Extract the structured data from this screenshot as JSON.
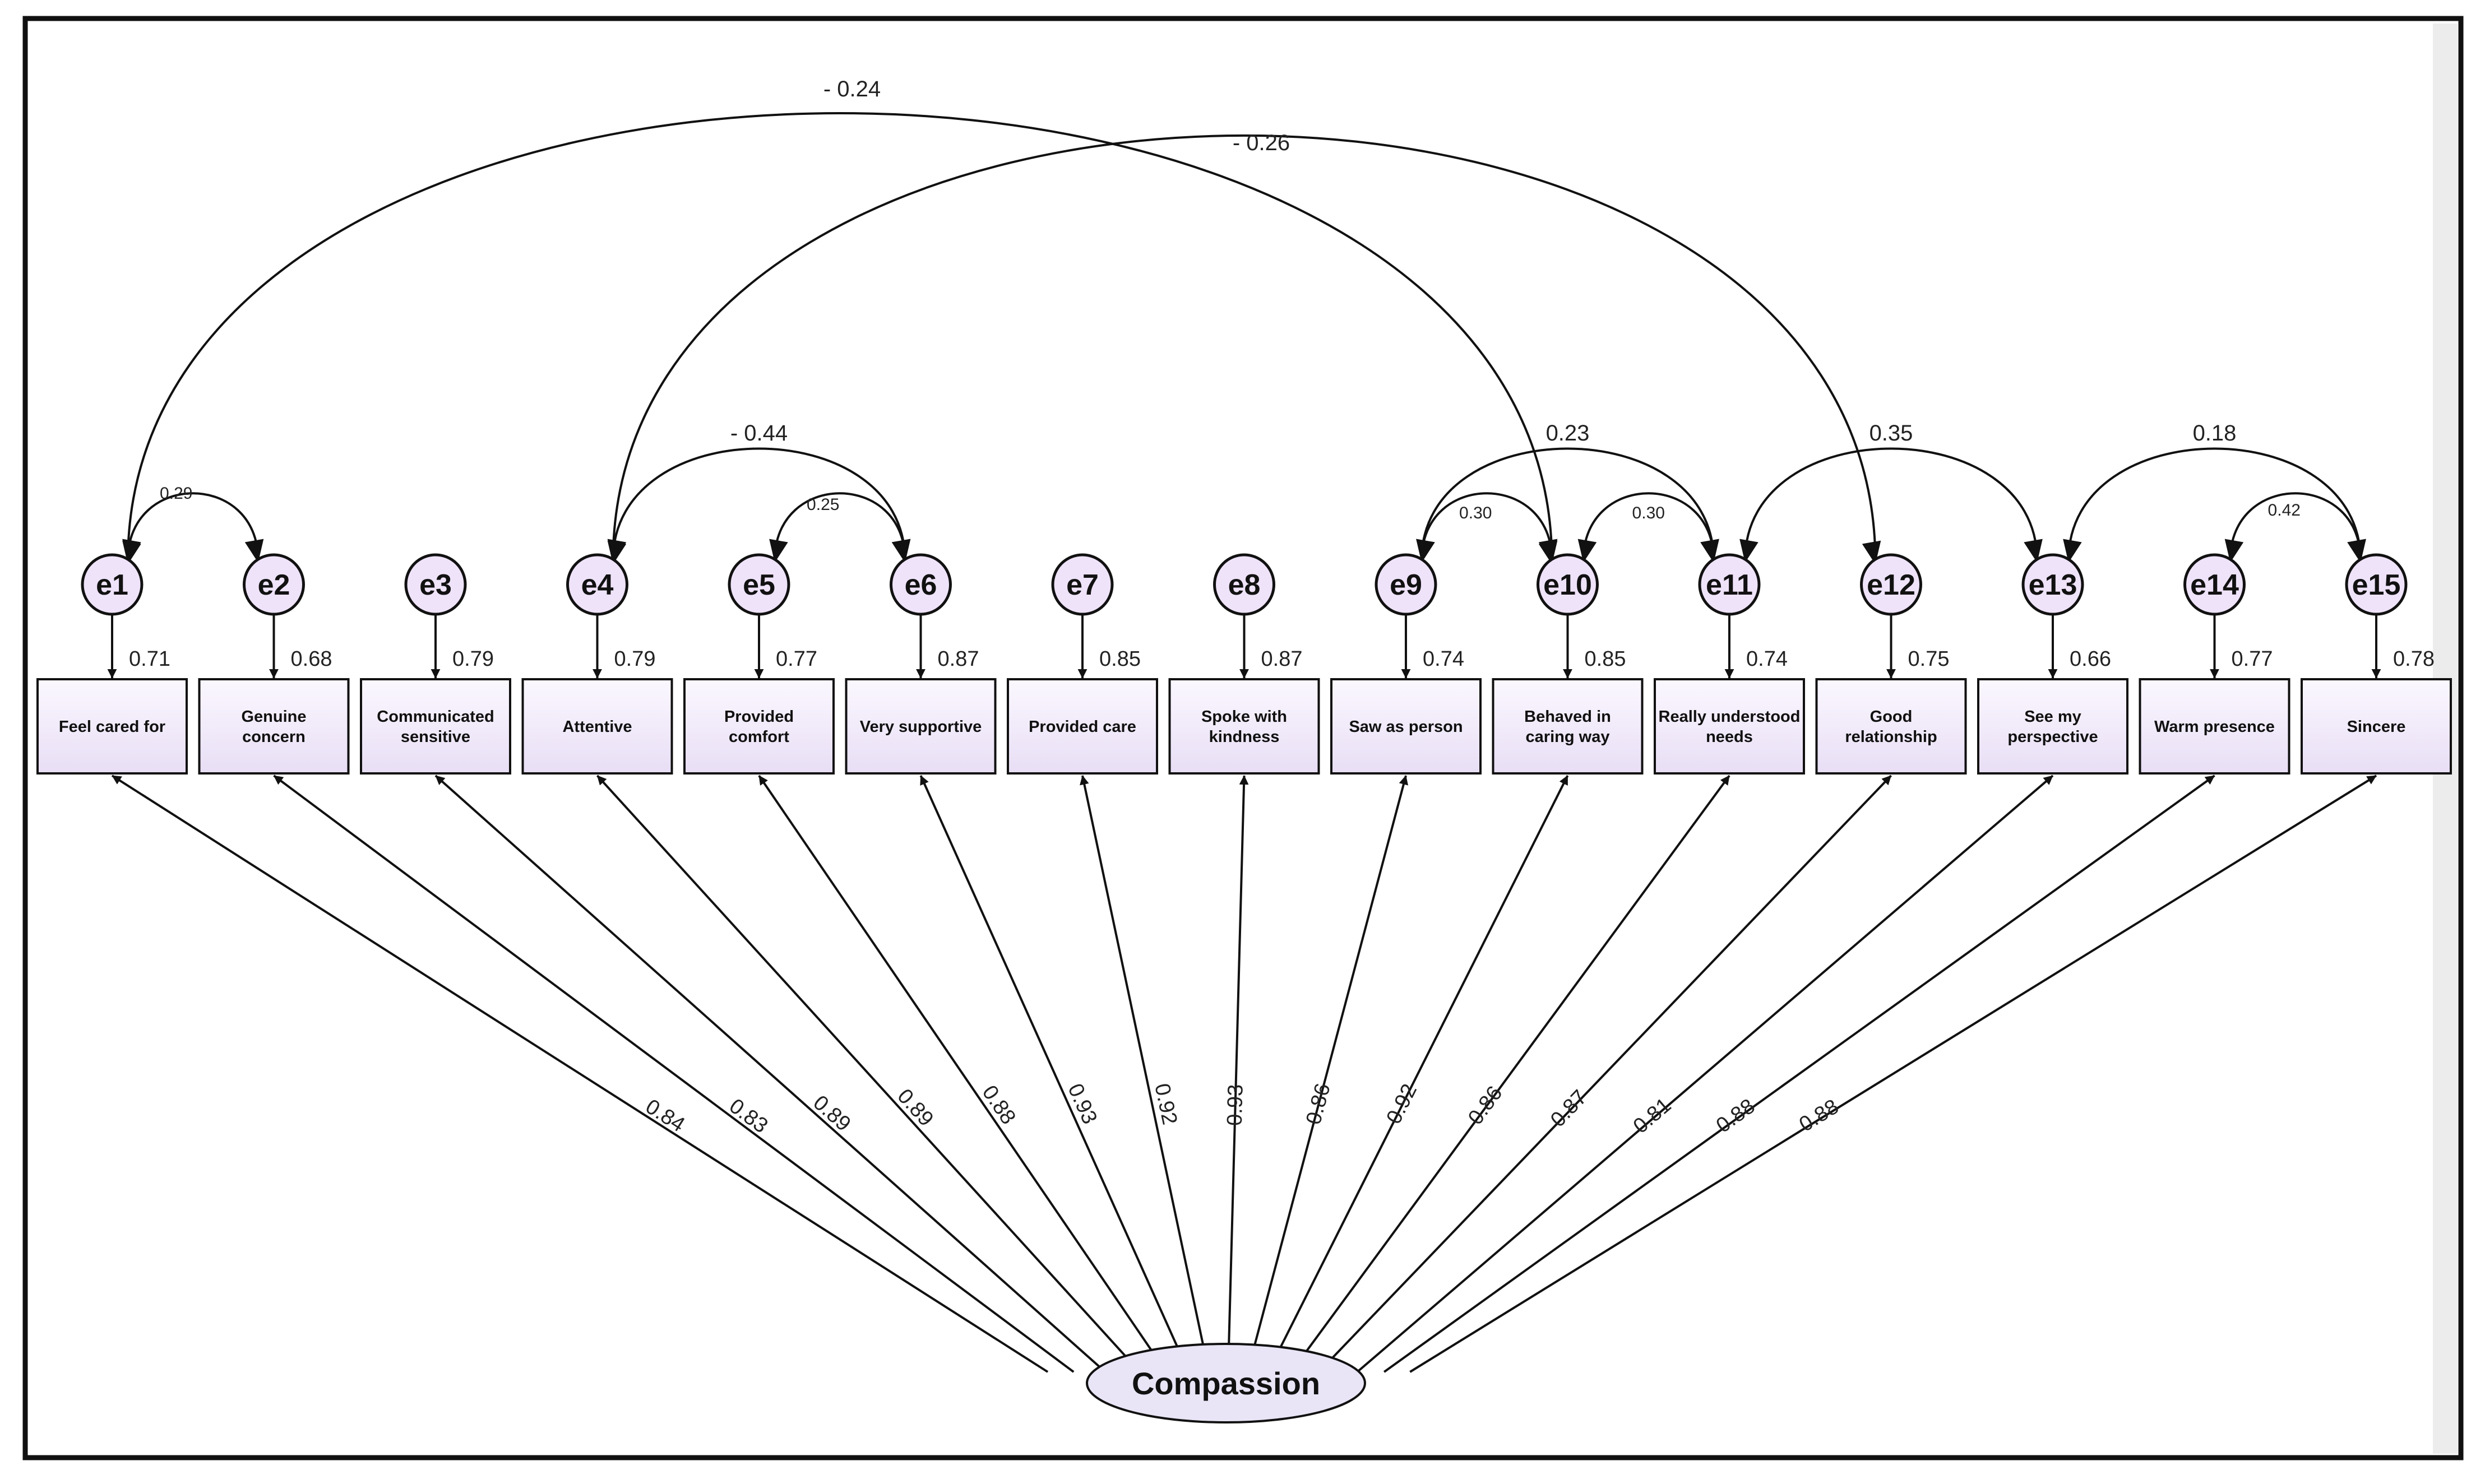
{
  "colors": {
    "box_fill_top": "#fbf8ff",
    "box_fill_bottom": "#e8def5",
    "circle_fill": "#efe3fa",
    "ellipse_fill": "#e9e5f6",
    "line": "#111111",
    "frame": "#111111"
  },
  "latent": {
    "label": "Compassion"
  },
  "indicators": [
    {
      "error": "e1",
      "label": [
        "Feel cared for"
      ],
      "error_variance": "0.71",
      "loading": "0.84"
    },
    {
      "error": "e2",
      "label": [
        "Genuine",
        "concern"
      ],
      "error_variance": "0.68",
      "loading": "0.83"
    },
    {
      "error": "e3",
      "label": [
        "Communicated",
        "sensitive"
      ],
      "error_variance": "0.79",
      "loading": "0.89"
    },
    {
      "error": "e4",
      "label": [
        "Attentive"
      ],
      "error_variance": "0.79",
      "loading": "0.89"
    },
    {
      "error": "e5",
      "label": [
        "Provided",
        "comfort"
      ],
      "error_variance": "0.77",
      "loading": "0.88"
    },
    {
      "error": "e6",
      "label": [
        "Very supportive"
      ],
      "error_variance": "0.87",
      "loading": "0.93"
    },
    {
      "error": "e7",
      "label": [
        "Provided care"
      ],
      "error_variance": "0.85",
      "loading": "0.92"
    },
    {
      "error": "e8",
      "label": [
        "Spoke with",
        "kindness"
      ],
      "error_variance": "0.87",
      "loading": "0.93"
    },
    {
      "error": "e9",
      "label": [
        "Saw as person"
      ],
      "error_variance": "0.74",
      "loading": "0.86"
    },
    {
      "error": "e10",
      "label": [
        "Behaved in",
        "caring way"
      ],
      "error_variance": "0.85",
      "loading": "0.92"
    },
    {
      "error": "e11",
      "label": [
        "Really understood",
        "needs"
      ],
      "error_variance": "0.74",
      "loading": "0.86"
    },
    {
      "error": "e12",
      "label": [
        "Good",
        "relationship"
      ],
      "error_variance": "0.75",
      "loading": "0.87"
    },
    {
      "error": "e13",
      "label": [
        "See my",
        "perspective"
      ],
      "error_variance": "0.66",
      "loading": "0.81"
    },
    {
      "error": "e14",
      "label": [
        "Warm presence"
      ],
      "error_variance": "0.77",
      "loading": "0.88"
    },
    {
      "error": "e15",
      "label": [
        "Sincere"
      ],
      "error_variance": "0.78",
      "loading": "0.88"
    }
  ],
  "covariances": [
    {
      "from": "e1",
      "to": "e2",
      "value": "0.29"
    },
    {
      "from": "e4",
      "to": "e6",
      "value": "- 0.44"
    },
    {
      "from": "e5",
      "to": "e6",
      "value": "0.25"
    },
    {
      "from": "e9",
      "to": "e11",
      "value": "0.23"
    },
    {
      "from": "e9",
      "to": "e10",
      "value": "0.30"
    },
    {
      "from": "e10",
      "to": "e11",
      "value": "0.30"
    },
    {
      "from": "e11",
      "to": "e13",
      "value": "0.35"
    },
    {
      "from": "e13",
      "to": "e15",
      "value": "0.18"
    },
    {
      "from": "e14",
      "to": "e15",
      "value": "0.42"
    },
    {
      "from": "e1",
      "to": "e10",
      "value": "- 0.24"
    },
    {
      "from": "e4",
      "to": "e12",
      "value": "- 0.26"
    }
  ]
}
